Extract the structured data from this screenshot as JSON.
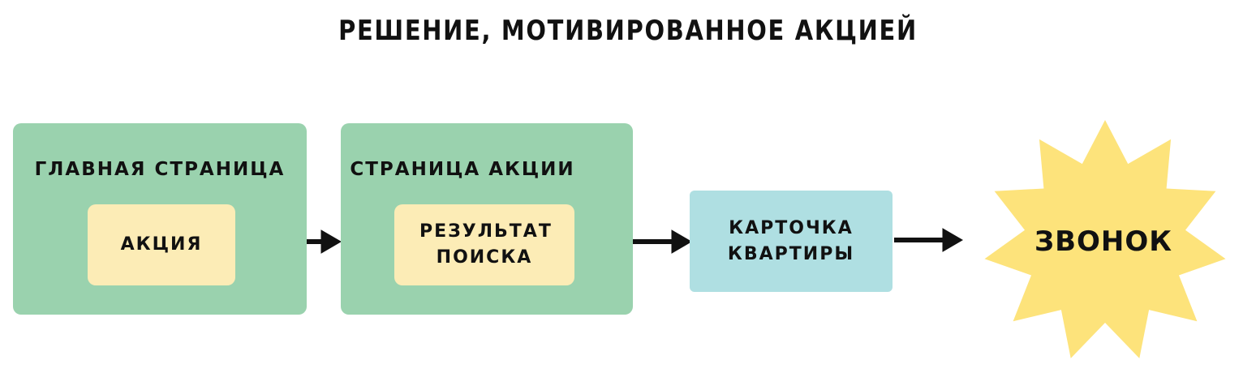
{
  "title": "РЕШЕНИЕ, МОТИВИРОВАННОЕ АКЦИЕЙ",
  "nodes": {
    "home_page": {
      "label": "ГЛАВНАЯ СТРАНИЦА",
      "inner": "АКЦИЯ"
    },
    "promo_page": {
      "label": "СТРАНИЦА АКЦИИ",
      "inner": "РЕЗУЛЬТАТ ПОИСКА"
    },
    "apartment_card": {
      "label": "КАРТОЧКА КВАРТИРЫ"
    },
    "call": {
      "label": "ЗВОНОК"
    }
  },
  "colors": {
    "green": "#9ad2ae",
    "yellow": "#fcecb6",
    "blue": "#afdfe2",
    "star": "#fde37b"
  }
}
